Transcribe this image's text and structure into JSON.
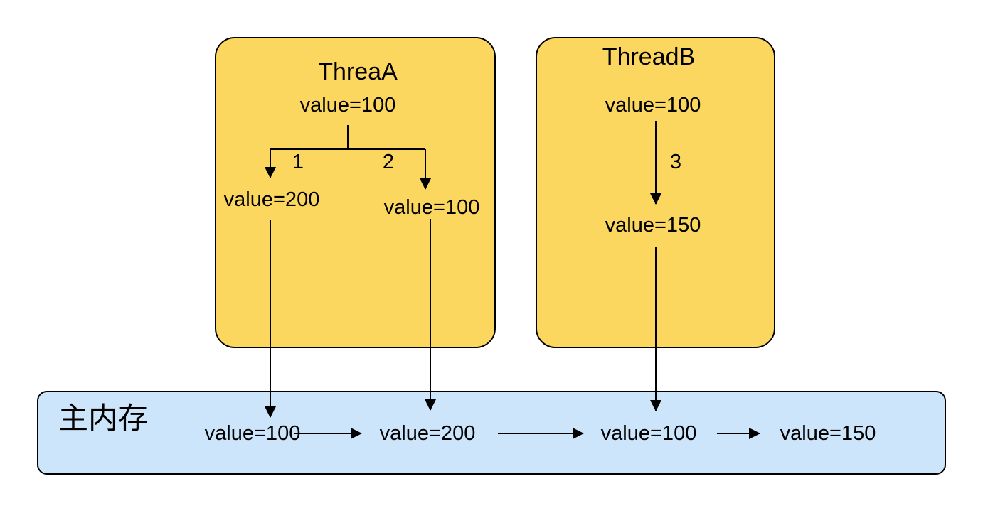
{
  "diagram": {
    "title_hint": "Java memory model / thread visibility diagram",
    "thread_a": {
      "title": "ThreaA",
      "initial_value": "value=100",
      "branch_1_label": "1",
      "branch_2_label": "2",
      "branch_1_result": "value=200",
      "branch_2_result": "value=100"
    },
    "thread_b": {
      "title": "ThreadB",
      "initial_value": "value=100",
      "step_label": "3",
      "result": "value=150"
    },
    "main_memory": {
      "label": "主内存",
      "values": [
        "value=100",
        "value=200",
        "value=100",
        "value=150"
      ]
    },
    "colors": {
      "thread_box_fill": "#fcd760",
      "memory_box_fill": "#cce5fb",
      "border": "#000000"
    }
  }
}
